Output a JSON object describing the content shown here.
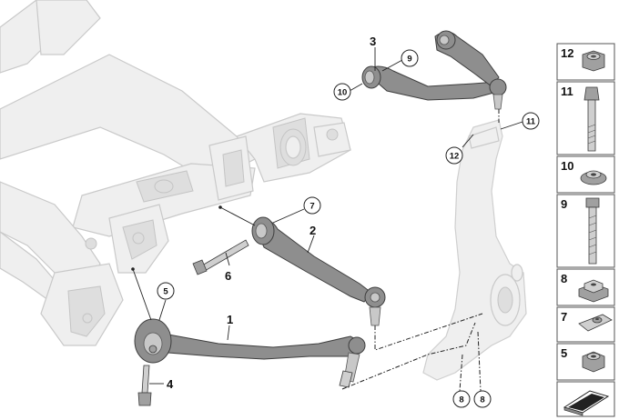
{
  "diagram": {
    "callouts": [
      {
        "id": "c3",
        "text": "3"
      },
      {
        "id": "c9",
        "text": "9"
      },
      {
        "id": "c10",
        "text": "10"
      },
      {
        "id": "c11",
        "text": "11"
      },
      {
        "id": "c12",
        "text": "12"
      },
      {
        "id": "c7",
        "text": "7"
      },
      {
        "id": "c2",
        "text": "2"
      },
      {
        "id": "c6",
        "text": "6"
      },
      {
        "id": "c5",
        "text": "5"
      },
      {
        "id": "c1",
        "text": "1"
      },
      {
        "id": "c4",
        "text": "4"
      },
      {
        "id": "c8a",
        "text": "8"
      },
      {
        "id": "c8b",
        "text": "8"
      }
    ],
    "legend": [
      {
        "id": "l12",
        "text": "12",
        "part": "hex-nut"
      },
      {
        "id": "l11",
        "text": "11",
        "part": "hex-bolt-long"
      },
      {
        "id": "l10",
        "text": "10",
        "part": "eccentric-washer"
      },
      {
        "id": "l9",
        "text": "9",
        "part": "hex-bolt"
      },
      {
        "id": "l8",
        "text": "8",
        "part": "flange-nut"
      },
      {
        "id": "l7",
        "text": "7",
        "part": "clip-nut"
      },
      {
        "id": "l5",
        "text": "5",
        "part": "collar-nut"
      },
      {
        "id": "l0",
        "text": "",
        "part": "parts-kit"
      }
    ],
    "colors": {
      "frame": "#efefef",
      "arm": "#8e8e8e",
      "line": "#222222"
    }
  }
}
